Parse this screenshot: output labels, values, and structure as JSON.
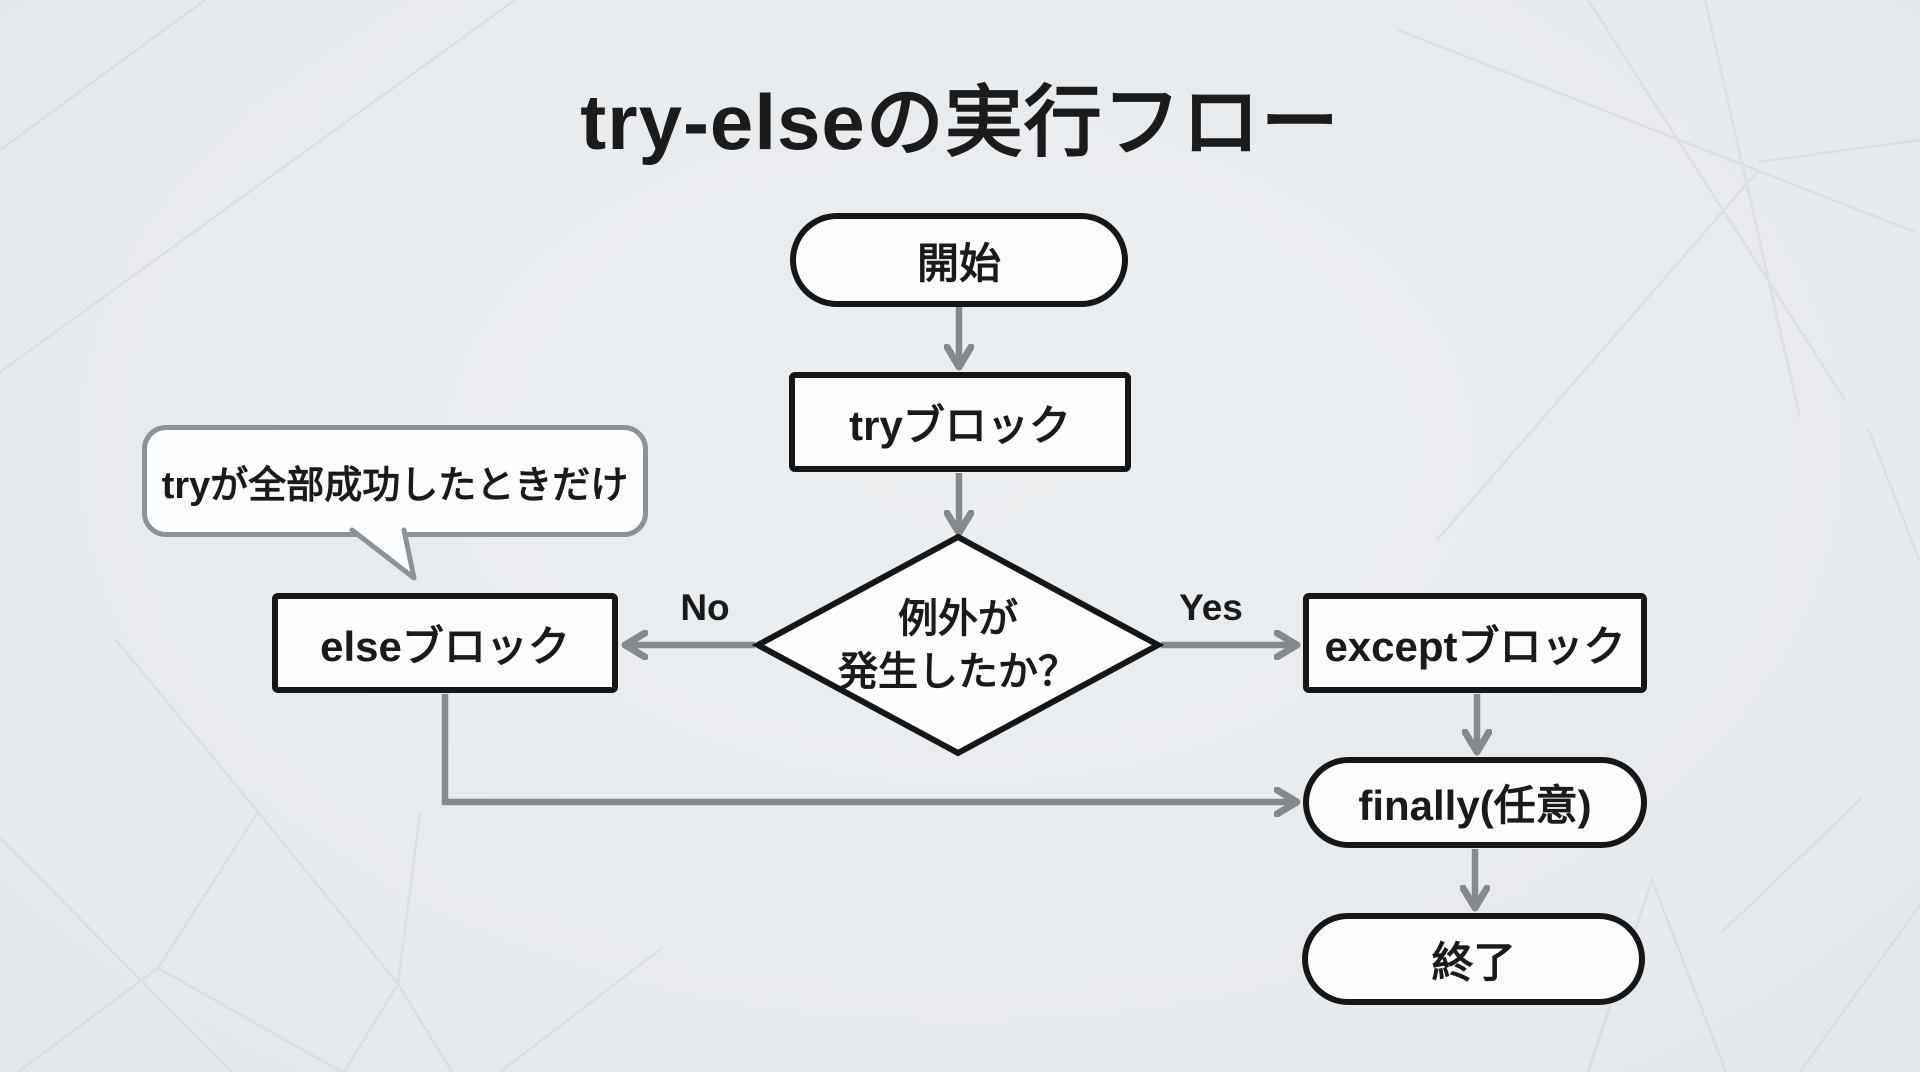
{
  "title": "try-elseの実行フロー",
  "nodes": {
    "start": "開始",
    "try": "tryブロック",
    "decision_line1": "例外が",
    "decision_line2": "発生したか？",
    "else": "elseブロック",
    "except": "exceptブロック",
    "finally": "finally(任意)",
    "end": "終了"
  },
  "edge_labels": {
    "no": "No",
    "yes": "Yes"
  },
  "callout": {
    "text": "tryが全部成功したときだけ"
  },
  "colors": {
    "background": "#e8ebee",
    "pattern_line": "#d7dbe0",
    "node_fill": "#fbfcfd",
    "node_border": "#161616",
    "arrow": "#85898d",
    "callout_border": "#8d9297",
    "text": "#1a1a1a"
  }
}
